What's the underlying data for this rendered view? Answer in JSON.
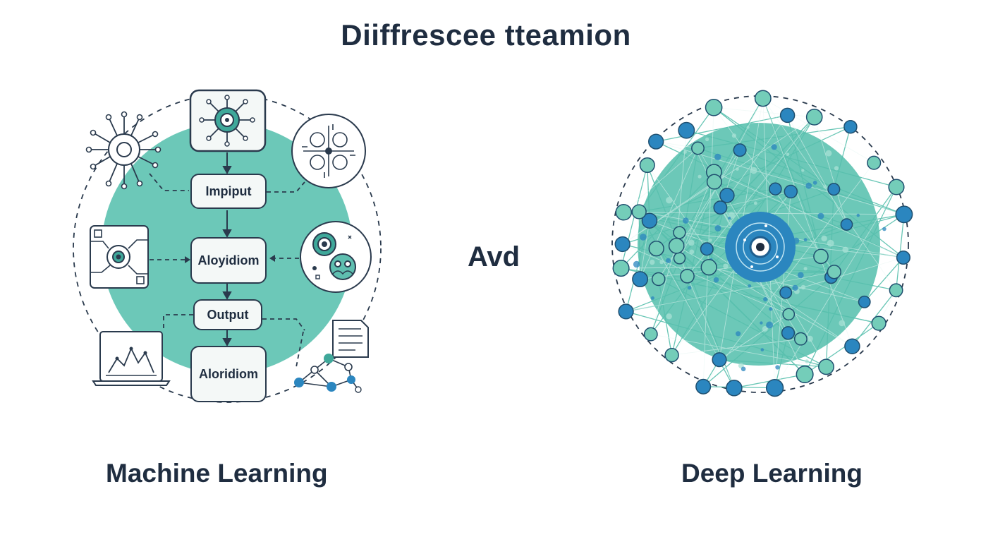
{
  "title": "Diiffrescee tteamion",
  "connector": "Avd",
  "left": {
    "caption": "Machine Learning",
    "boxes": {
      "input": "Impiput",
      "algorithm": "Aloyidiom",
      "output": "Output",
      "algorithm2": "Aloridiom"
    }
  },
  "right": {
    "caption": "Deep Learning"
  },
  "colors": {
    "teal": "#6cc8b8",
    "teal_light": "#8fd8c8",
    "node_blue": "#2b86bf",
    "node_teal": "#74cdb9",
    "navy": "#1f2d40"
  },
  "icons": [
    "gear-chip-icon",
    "gear-box-icon",
    "network-circle-icon",
    "circuit-target-icon",
    "people-circle-icon",
    "laptop-chart-icon",
    "document-icon",
    "graph-nodes-icon",
    "central-target-icon"
  ]
}
